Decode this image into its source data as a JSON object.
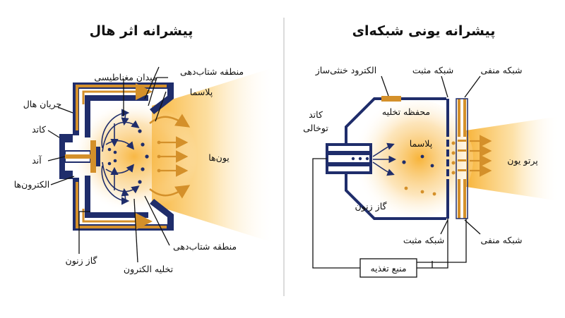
{
  "colors": {
    "navy": "#1f2d6b",
    "orange": "#d4902a",
    "glow": "#f7b030",
    "divider": "#cfcfcf"
  },
  "left": {
    "title": "پیشرانه اثر هال",
    "labels": {
      "acceleration_zone_top": "منطقه شتاب‌دهی",
      "magnetic_field": "میدان مغناطیسی",
      "plasma": "پلاسما",
      "hall_current": "جریان هال",
      "cathode": "کاتد",
      "anode": "آند",
      "ions": "یون‌ها",
      "electrons": "الکترون‌ها",
      "xenon_gas": "گاز زنون",
      "acceleration_zone_bottom": "منطقه شتاب‌دهی",
      "electron_discharge": "تخلیه الکترون"
    }
  },
  "right": {
    "title": "پیشرانه یونی شبکه‌ای",
    "labels": {
      "neutralizer_electrode": "الکترود خنثی‌ساز",
      "positive_grid_top": "شبکه مثبت",
      "negative_grid_top": "شبکه منفی",
      "hollow_cathode_1": "کاتد",
      "hollow_cathode_2": "توخالی",
      "discharge_chamber": "محفظه تخلیه",
      "plasma": "پلاسما",
      "ion_beam": "پرتو یون",
      "xenon_gas": "گاز زنون",
      "positive_grid_bottom": "شبکه مثبت",
      "negative_grid_bottom": "شبکه منفی",
      "power_supply": "منبع تغذیه"
    }
  }
}
